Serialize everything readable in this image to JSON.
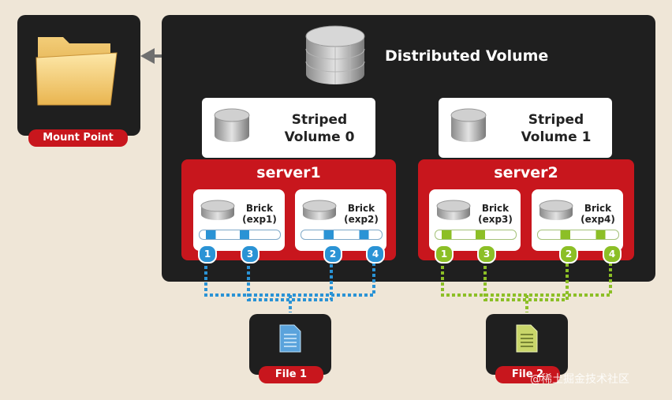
{
  "mount_point": {
    "label": "Mount Point"
  },
  "distributed_volume": {
    "title": "Distributed Volume"
  },
  "striped_volumes": [
    {
      "line1": "Striped",
      "line2": "Volume 0"
    },
    {
      "line1": "Striped",
      "line2": "Volume 1"
    }
  ],
  "servers": [
    {
      "name": "server1",
      "bricks": [
        {
          "line1": "Brick",
          "line2": "(exp1)"
        },
        {
          "line1": "Brick",
          "line2": "(exp2)"
        }
      ]
    },
    {
      "name": "server2",
      "bricks": [
        {
          "line1": "Brick",
          "line2": "(exp3)"
        },
        {
          "line1": "Brick",
          "line2": "(exp4)"
        }
      ]
    }
  ],
  "chunk_numbers": {
    "file1": [
      "1",
      "3",
      "2",
      "4"
    ],
    "file2": [
      "1",
      "3",
      "2",
      "4"
    ]
  },
  "files": [
    {
      "label": "File 1"
    },
    {
      "label": "File 2"
    }
  ],
  "watermark": "@稀土掘金技术社区",
  "colors": {
    "background": "#efe6d7",
    "dark": "#1f1f1f",
    "red": "#c8161d",
    "file1_color": "#2a93d5",
    "file2_color": "#8cbf26"
  },
  "icons": [
    "folder-icon",
    "database-icon",
    "disk-icon",
    "document-icon",
    "arrow-left-icon"
  ]
}
